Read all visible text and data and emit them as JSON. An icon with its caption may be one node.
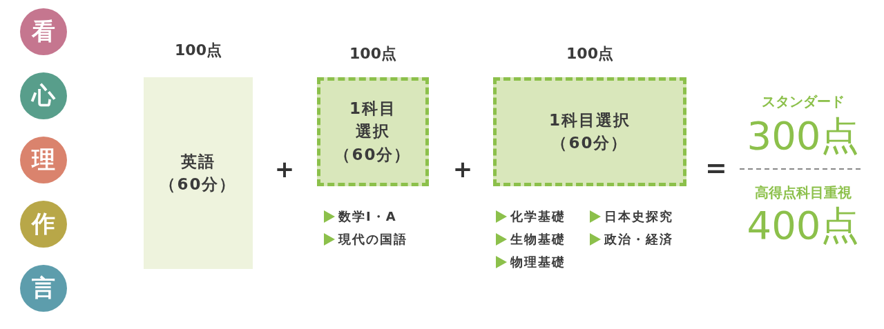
{
  "diagram": {
    "nodes": [
      {
        "text": [
          "看"
        ]
      },
      {
        "text": [
          "心"
        ]
      },
      {
        "text": [
          "理"
        ]
      },
      {
        "text": [
          "作"
        ]
      },
      {
        "text": [
          "言"
        ]
      },
      {
        "text": [
          "100点",
          "英語（60分）"
        ]
      },
      {
        "text": [
          "100点",
          "1科目選択（60分）"
        ],
        "beside": [
          "数学Ⅰ・A",
          "現代の国語"
        ]
      },
      {
        "text": [
          "100点",
          "1科目選択（60分）"
        ],
        "beside": [
          "化学基礎",
          "生物基礎",
          "物理基礎",
          "日本史探究",
          "政治・経済"
        ]
      }
    ],
    "edges": [],
    "labels": [
      "+",
      "+",
      "=",
      "スタンダード",
      "300点",
      "高得点科目重視",
      "400点"
    ]
  }
}
